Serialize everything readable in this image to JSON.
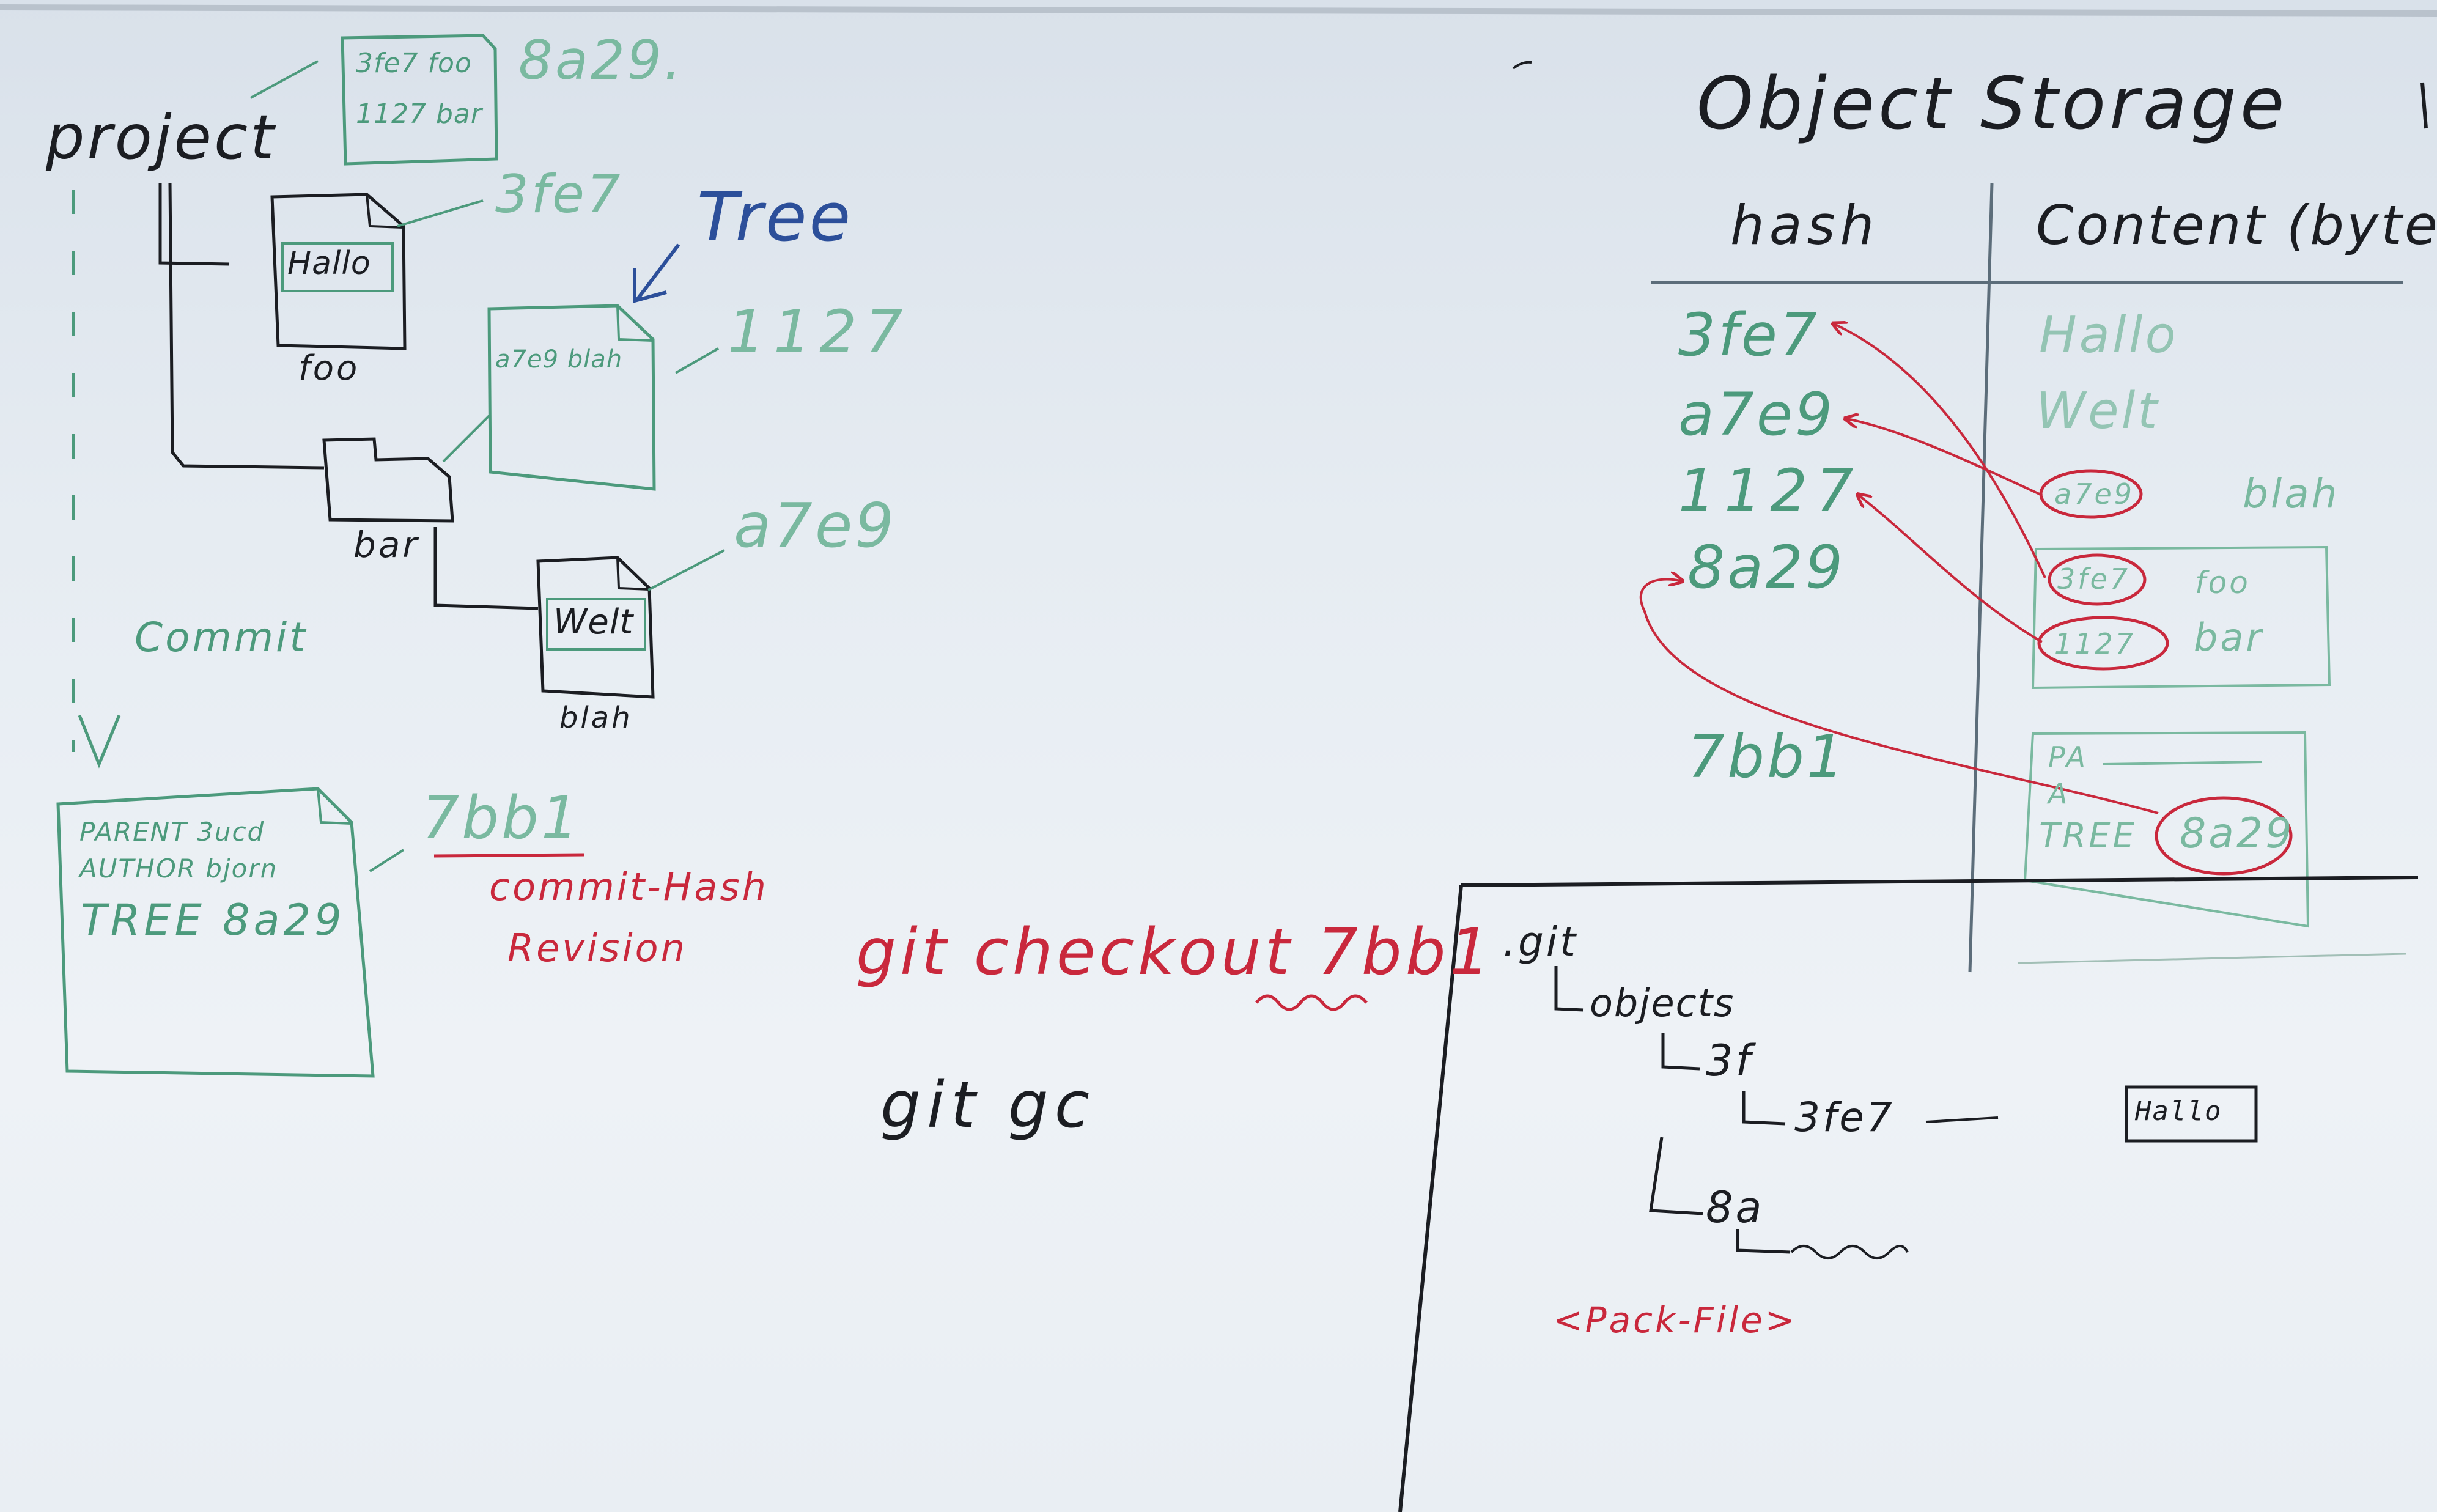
{
  "board": {
    "colors": {
      "black_marker": "#1b1d22",
      "green_marker": "#4c9a7c",
      "red_marker": "#c9283c",
      "blue_marker": "#2c4f9a"
    },
    "left_diagram": {
      "project_label": "project",
      "top_tree_hash": "8a29.",
      "top_tree_rows": [
        "3fe7 foo",
        "1127 bar"
      ],
      "hallo_file_text": "Hallo",
      "hallo_file_hash": "3fe7",
      "hallo_file_name": "foo",
      "tree_label": "Tree",
      "sub_tree_row": "a7e9 blah",
      "sub_tree_hash": "1127",
      "folder_name": "bar",
      "welt_file_text": "Welt",
      "welt_file_hash": "a7e9",
      "welt_file_name": "blah",
      "commit_label": "Commit",
      "commit_rows": [
        "PARENT 3ucd",
        "AUTHOR bjorn",
        "TREE 8a29"
      ],
      "commit_hash": "7bb1",
      "commit_hash_caption": "commit-Hash",
      "revision_label": "Revision"
    },
    "commands": {
      "checkout_cmd": "git checkout 7bb1",
      "gc_cmd": "git gc"
    },
    "object_storage": {
      "title": "Object Storage",
      "col_hash": "hash",
      "col_content": "Content (byte[])",
      "rows": [
        {
          "hash": "3fe7",
          "content": "Hallo"
        },
        {
          "hash": "a7e9",
          "content": "Welt"
        },
        {
          "hash": "1127",
          "content_hash": "a7e9",
          "content_name": "blah"
        },
        {
          "hash": "8a29",
          "entries": [
            {
              "hash": "3fe7",
              "name": "foo"
            },
            {
              "hash": "1127",
              "name": "bar"
            }
          ]
        },
        {
          "hash": "7bb1",
          "commit_rows": [
            "PA",
            "A",
            "TREE"
          ],
          "tree_ref": "8a29"
        }
      ]
    },
    "git_dir": {
      "root": ".git",
      "objects": "objects",
      "dir1": "3f",
      "file1": "3fe7",
      "file1_content": "Hallo",
      "dir2": "8a",
      "pack_label": "<Pack-File>"
    }
  }
}
